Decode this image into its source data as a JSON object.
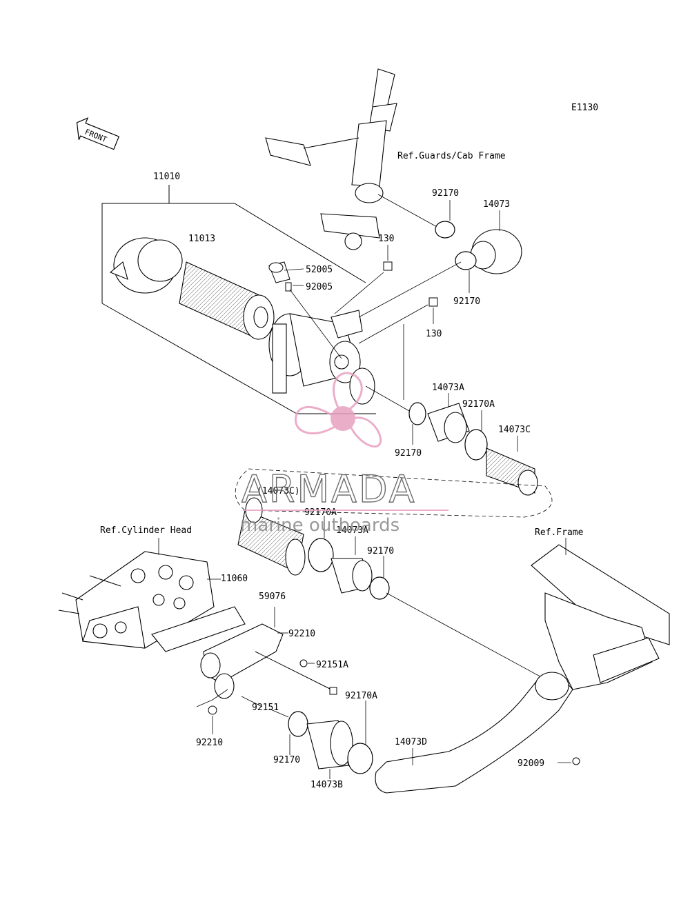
{
  "diagram": {
    "code": "E1130",
    "front_label": "FRONT",
    "refs": {
      "guards": "Ref.Guards/Cab Frame",
      "cylinder": "Ref.Cylinder Head",
      "frame": "Ref.Frame"
    },
    "parts": {
      "p11010": "11010",
      "p11013": "11013",
      "p52005": "52005",
      "p92005": "92005",
      "p130a": "130",
      "p130b": "130",
      "p92170a": "92170",
      "p14073": "14073",
      "p92170b": "92170",
      "p14073a_1": "14073A",
      "p92170a_1": "92170A",
      "p14073c": "14073C",
      "p92170c": "92170",
      "p14073c_ref": "(14073C)",
      "p92170a_2": "92170A",
      "p14073a_2": "14073A",
      "p92170d": "92170",
      "p11060": "11060",
      "p59076": "59076",
      "p92210a": "92210",
      "p92151a": "92151A",
      "p92151": "92151",
      "p92170a_3": "92170A",
      "p92210b": "92210",
      "p92170e": "92170",
      "p14073b": "14073B",
      "p14073d": "14073D",
      "p92009": "92009"
    }
  },
  "watermark": {
    "brand": "ARMADA",
    "tagline": "marine outboards",
    "color": "#e8a0c0"
  }
}
